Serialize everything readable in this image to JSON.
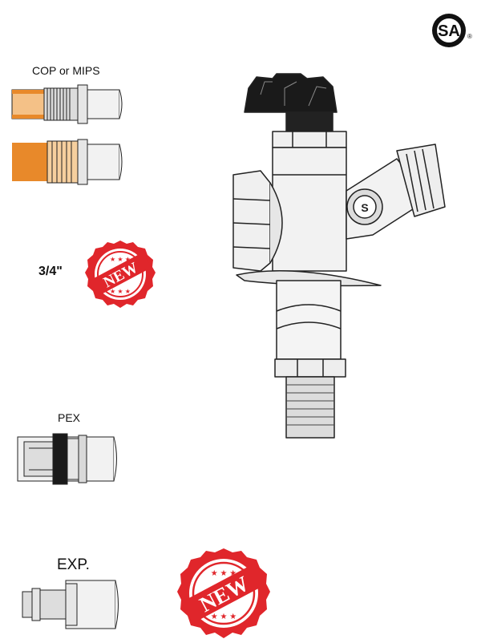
{
  "certification": {
    "mark": "CSA",
    "registered": "®"
  },
  "connections": {
    "cop_mips": {
      "label": "COP or MIPS"
    },
    "size": {
      "label": "3/4\""
    },
    "new_badge_small": {
      "text": "NEW"
    },
    "pex": {
      "label": "PEX"
    },
    "exp": {
      "label": "EXP."
    },
    "new_badge_large": {
      "text": "NEW"
    }
  },
  "colors": {
    "badge_red": "#e0262b",
    "copper": "#e8892a",
    "handle_black": "#1a1a1a",
    "metal_light": "#eeeeee",
    "outline": "#222222"
  },
  "icons": [
    "csa-logo-icon",
    "faucet-valve-illustration",
    "new-stamp-icon"
  ]
}
